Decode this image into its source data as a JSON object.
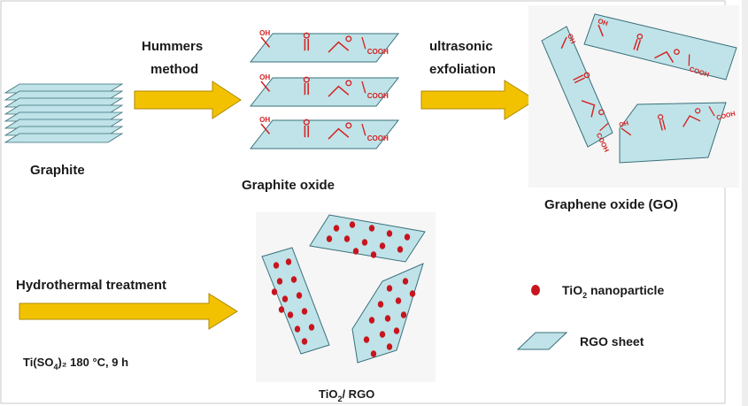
{
  "labels": {
    "graphite": "Graphite",
    "hummers_line1": "Hummers",
    "hummers_line2": "method",
    "graphite_oxide": "Graphite oxide",
    "ultrasonic_line1": "ultrasonic",
    "ultrasonic_line2": "exfoliation",
    "graphene_oxide": "Graphene oxide (GO)",
    "hydrothermal": "Hydrothermal treatment",
    "conditions_prefix": "Ti(SO",
    "conditions_sub": "4",
    "conditions_suffix": ")₂ 180 °C, 9 h",
    "tio2_rgo_prefix": "TiO",
    "tio2_rgo_sub": "2",
    "tio2_rgo_suffix": "/ RGO",
    "legend_nano_prefix": "TiO",
    "legend_nano_sub": "2",
    "legend_nano_suffix": " nanoparticle",
    "legend_sheet": "RGO sheet"
  },
  "functional_groups": {
    "oh": "OH",
    "cooh": "COOH"
  },
  "colors": {
    "sheet_fill": "#bfe3e8",
    "sheet_stroke": "#3a6f7a",
    "arrow_fill": "#f2c200",
    "arrow_stroke": "#b08a00",
    "group_red": "#d42020",
    "dot_red": "#c8141e"
  }
}
